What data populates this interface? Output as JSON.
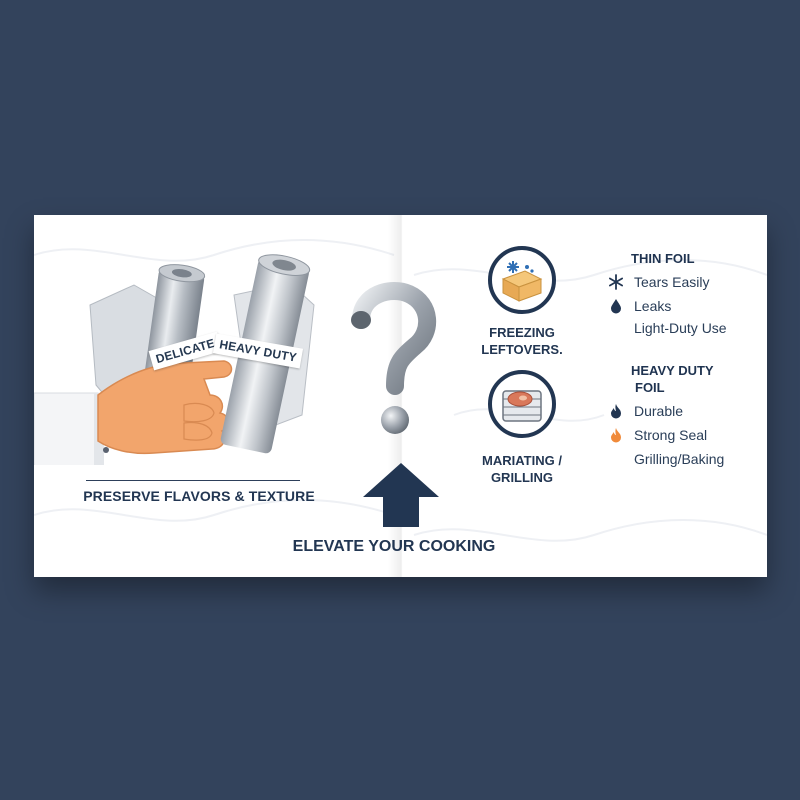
{
  "left_panel": {
    "tags": {
      "delicate": "DELICATE",
      "heavy_duty": "HEAVY DUTY"
    },
    "caption": "PRESERVE FLAVORS & TEXTURE"
  },
  "center": {
    "caption": "ELEVATE YOUR COOKING"
  },
  "uses": [
    {
      "label_line1": "FREEZING",
      "label_line2": "LEFTOVERS.",
      "icon": "freezer-box-icon"
    },
    {
      "label_line1": "MARIATING /",
      "label_line2": "GRILLING",
      "icon": "grill-steak-icon"
    }
  ],
  "thin_foil": {
    "title": "THIN FOIL",
    "features": [
      {
        "text": "Tears Easily",
        "icon": "snowflake-icon"
      },
      {
        "text": "Leaks",
        "icon": "drop-icon"
      },
      {
        "text": "Light-Duty Use",
        "icon": ""
      }
    ]
  },
  "heavy_foil": {
    "title_line1": "HEAVY DUTY",
    "title_line2": "FOIL",
    "features": [
      {
        "text": "Durable",
        "icon": "flame-icon"
      },
      {
        "text": "Strong Seal",
        "icon": "flame-orange-icon"
      },
      {
        "text": "Grilling/Baking",
        "icon": ""
      }
    ]
  },
  "colors": {
    "background": "#33435c",
    "navy": "#223652",
    "flame_orange": "#f08a3a"
  }
}
